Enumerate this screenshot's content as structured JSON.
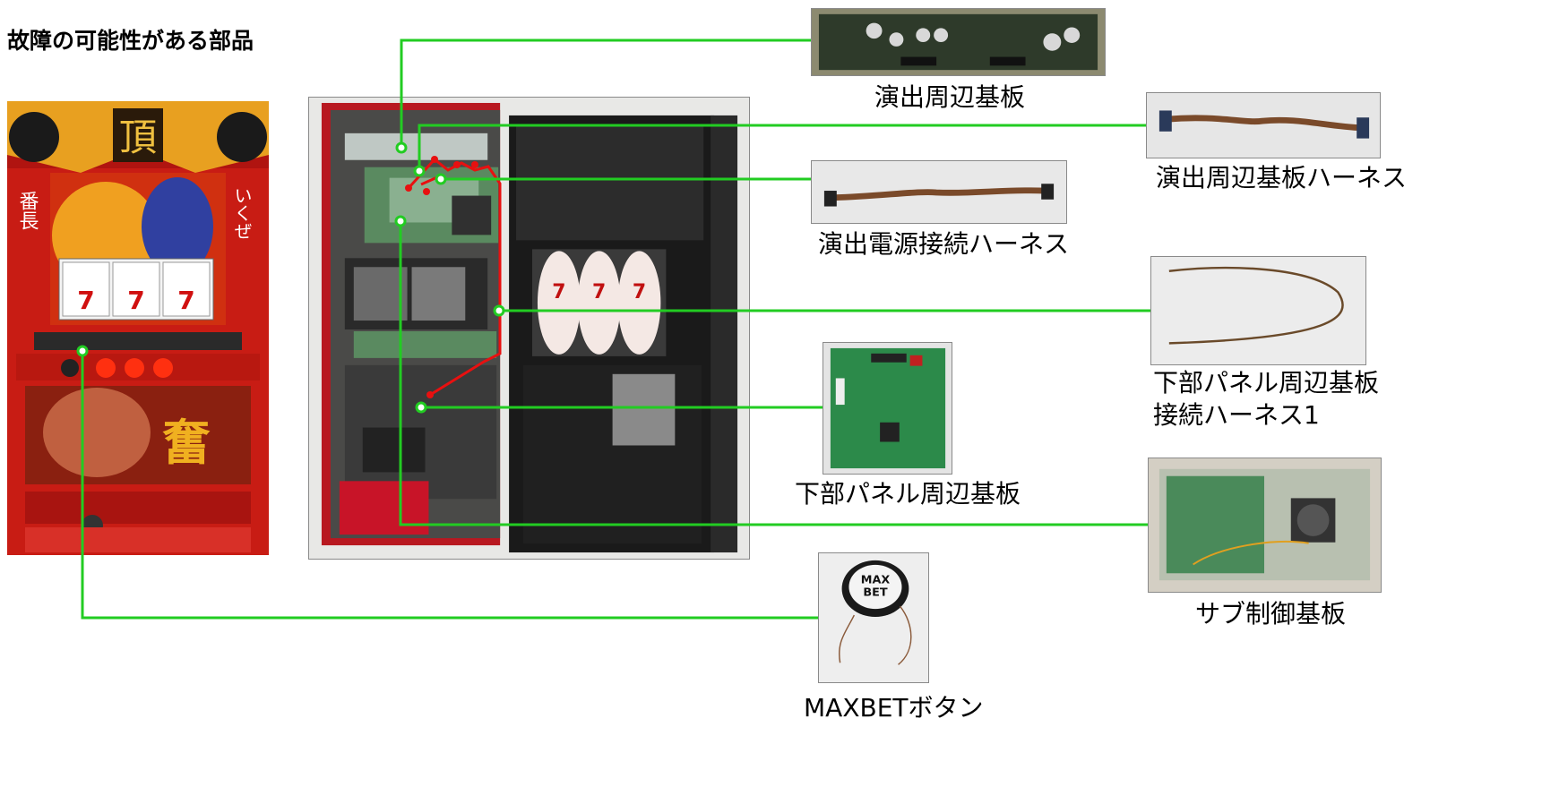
{
  "heading": "故障の可能性がある部品",
  "machine_panel": {
    "reel_symbol": "7",
    "side_left": "番長",
    "side_right": "いくぜ"
  },
  "parts": [
    {
      "id": "p1",
      "label": "演出周辺基板"
    },
    {
      "id": "p2",
      "label": "演出周辺基板ハーネス"
    },
    {
      "id": "p3",
      "label": "演出電源接続ハーネス"
    },
    {
      "id": "p4",
      "label_line1": "下部パネル周辺基板",
      "label_line2": "接続ハーネス1"
    },
    {
      "id": "p5",
      "label": "下部パネル周辺基板"
    },
    {
      "id": "p6",
      "label": "サブ制御基板"
    },
    {
      "id": "p7",
      "label": "MAXBETボタン",
      "button_line1": "MAX",
      "button_line2": "BET"
    }
  ],
  "colors": {
    "connector": "#22cc22",
    "harness_red": "#e81010",
    "frame": "#8a8a8a"
  }
}
